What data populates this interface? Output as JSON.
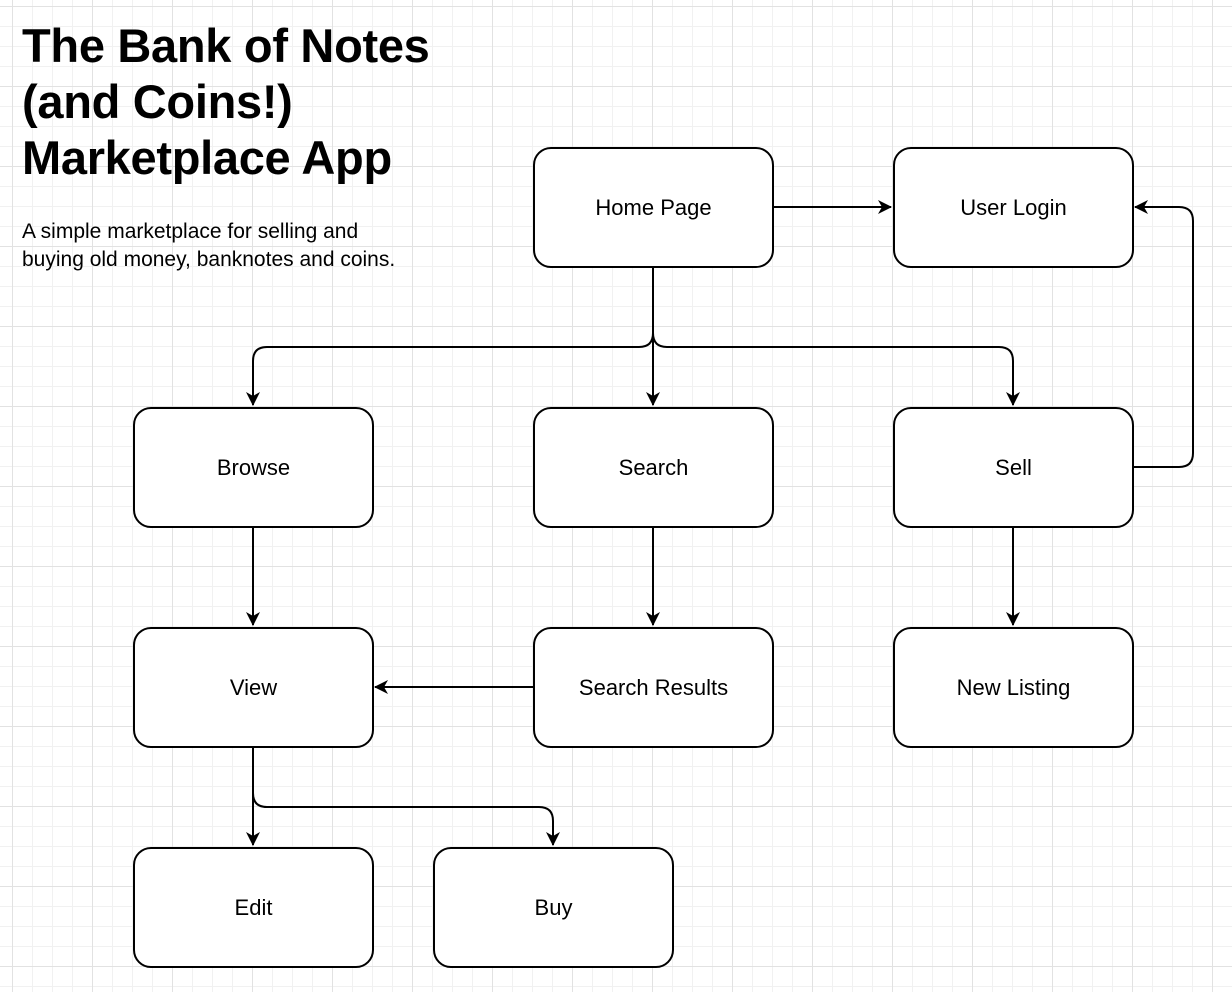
{
  "title_lines": [
    "The Bank of Notes",
    "(and Coins!)",
    "Marketplace App"
  ],
  "description": "A simple marketplace for selling and buying old money, banknotes and coins.",
  "nodes": {
    "home": "Home Page",
    "login": "User Login",
    "browse": "Browse",
    "search": "Search",
    "sell": "Sell",
    "view": "View",
    "results": "Search Results",
    "listing": "New Listing",
    "edit": "Edit",
    "buy": "Buy"
  },
  "edges": [
    [
      "home",
      "login"
    ],
    [
      "home",
      "browse"
    ],
    [
      "home",
      "search"
    ],
    [
      "home",
      "sell"
    ],
    [
      "sell",
      "login"
    ],
    [
      "browse",
      "view"
    ],
    [
      "search",
      "results"
    ],
    [
      "results",
      "view"
    ],
    [
      "sell",
      "listing"
    ],
    [
      "view",
      "edit"
    ],
    [
      "view",
      "buy"
    ]
  ]
}
